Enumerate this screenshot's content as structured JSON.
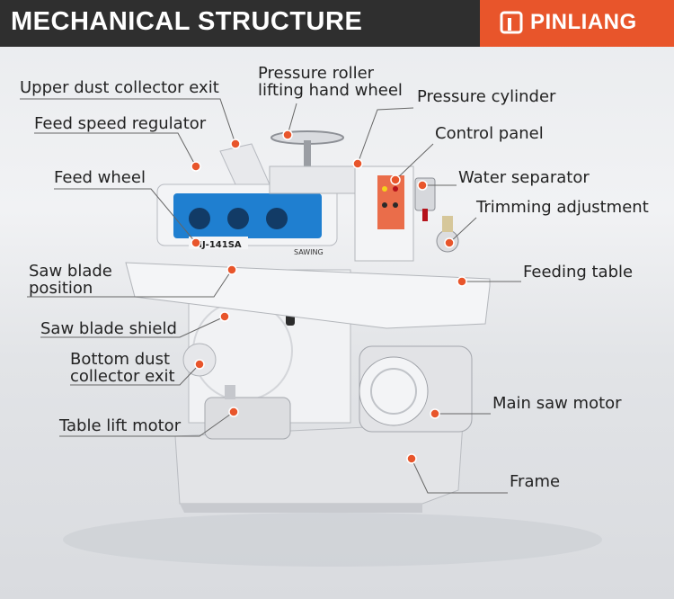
{
  "header": {
    "title": "MECHANICAL STRUCTURE",
    "brand": "PINLIANG"
  },
  "labels": {
    "upper_dust_collector_exit": "Upper dust collector exit",
    "pressure_roller_wheel_line1": "Pressure roller",
    "pressure_roller_wheel_line2": "lifting hand wheel",
    "pressure_cylinder": "Pressure cylinder",
    "feed_speed_regulator": "Feed speed regulator",
    "control_panel": "Control panel",
    "feed_wheel": "Feed wheel",
    "water_separator": "Water separator",
    "trimming_adjustment": "Trimming adjustment",
    "saw_blade_position_line1": "Saw blade",
    "saw_blade_position_line2": "position",
    "feeding_table": "Feeding table",
    "saw_blade_shield": "Saw blade shield",
    "bottom_dust_collector_line1": "Bottom dust",
    "bottom_dust_collector_line2": "collector exit",
    "main_saw_motor": "Main saw motor",
    "table_lift_motor": "Table lift motor",
    "frame": "Frame"
  },
  "machine_markings": {
    "model": "MJ-141SA",
    "badge": "SAWING"
  },
  "colors": {
    "accent": "#e8552b",
    "header_bg": "#2f2f2f",
    "machine_body": "#eeeff1",
    "window_blue": "#1f7fd0"
  }
}
